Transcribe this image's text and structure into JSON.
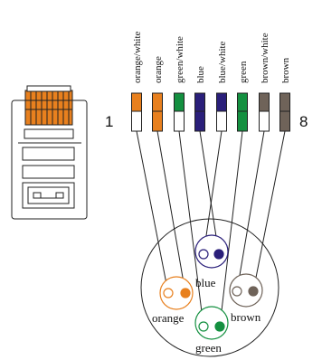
{
  "pin_numbers": {
    "first": "1",
    "last": "8"
  },
  "wires": [
    {
      "label": "orange/white",
      "color": "#e8801e",
      "striped": true
    },
    {
      "label": "orange",
      "color": "#e8801e",
      "striped": false
    },
    {
      "label": "green/white",
      "color": "#149040",
      "striped": true
    },
    {
      "label": "blue",
      "color": "#2a1f7a",
      "striped": false
    },
    {
      "label": "blue/white",
      "color": "#2a1f7a",
      "striped": true
    },
    {
      "label": "green",
      "color": "#149040",
      "striped": false
    },
    {
      "label": "brown/white",
      "color": "#6f6359",
      "striped": true
    },
    {
      "label": "brown",
      "color": "#6f6359",
      "striped": false
    }
  ],
  "pairs": [
    {
      "label": "orange",
      "color": "#e8801e"
    },
    {
      "label": "blue",
      "color": "#2a1f7a"
    },
    {
      "label": "green",
      "color": "#149040"
    },
    {
      "label": "brown",
      "color": "#6f6359"
    }
  ]
}
